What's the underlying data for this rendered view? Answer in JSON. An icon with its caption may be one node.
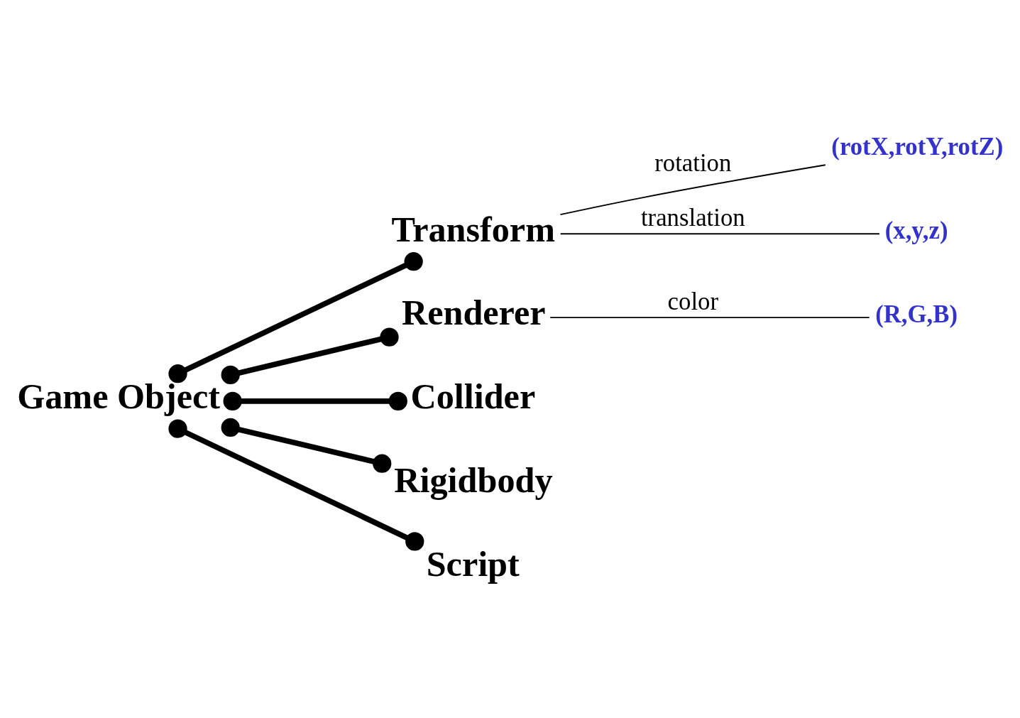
{
  "diagram": {
    "nodes": [
      {
        "text": [
          "Game Object"
        ]
      },
      {
        "text": [
          "Transform"
        ]
      },
      {
        "text": [
          "(rotX,rotY,rotZ)"
        ]
      },
      {
        "text": [
          "(x,y,z)"
        ]
      },
      {
        "text": [
          "Renderer"
        ]
      },
      {
        "text": [
          "(R,G,B)"
        ]
      },
      {
        "text": [
          "Collider"
        ]
      },
      {
        "text": [
          "Rigidbody"
        ]
      },
      {
        "text": [
          "Script"
        ]
      }
    ],
    "edges": [
      {
        "from": 0,
        "to": 1,
        "arrow": "other"
      },
      {
        "from": 1,
        "to": 2,
        "arrow": "none",
        "label": "rotation"
      },
      {
        "from": 1,
        "to": 3,
        "arrow": "none",
        "label": "translation"
      },
      {
        "from": 0,
        "to": 4,
        "arrow": "other"
      },
      {
        "from": 4,
        "to": 5,
        "arrow": "none",
        "label": "color"
      },
      {
        "from": 0,
        "to": 6,
        "arrow": "other"
      },
      {
        "from": 0,
        "to": 7,
        "arrow": "other"
      },
      {
        "from": 0,
        "to": 8,
        "arrow": "other"
      }
    ]
  }
}
